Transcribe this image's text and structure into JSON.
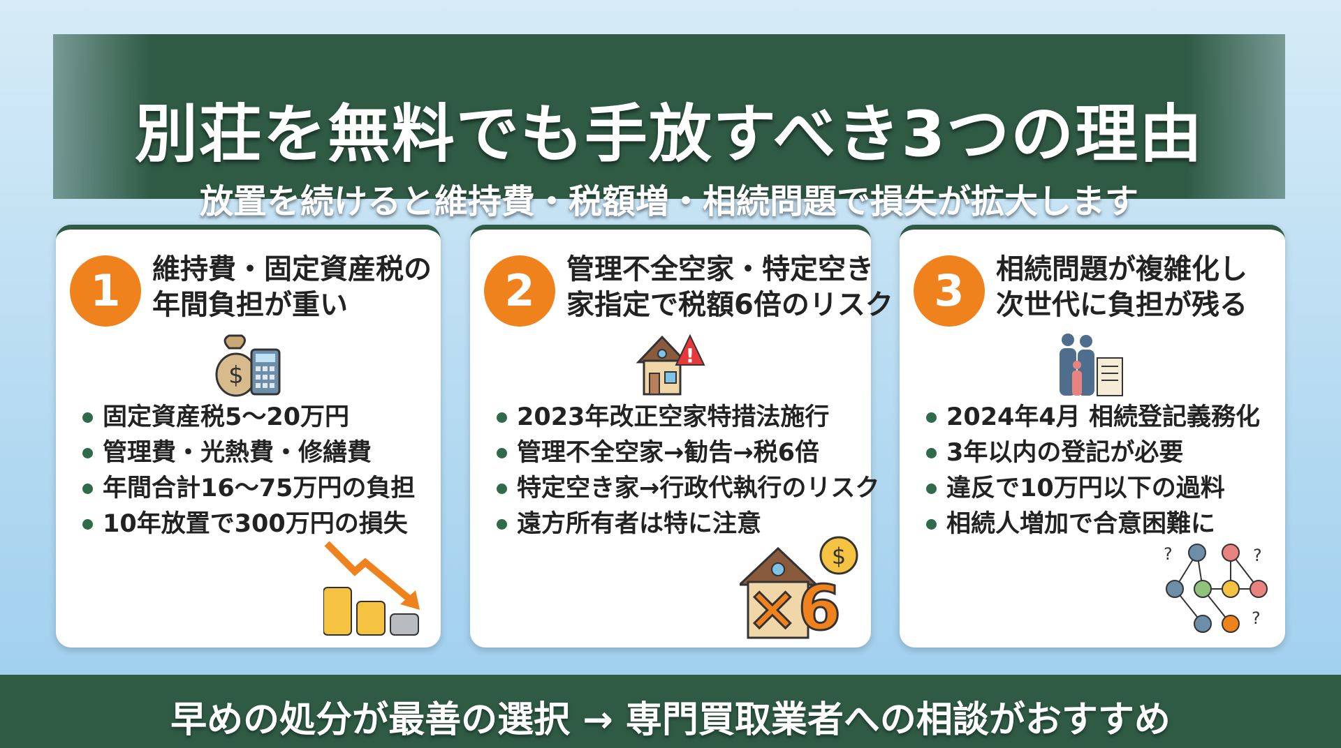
{
  "header": {
    "title": "別荘を無料でも手放すべき3つの理由",
    "subtitle": "放置を続けると維持費・税額増・相続問題で損失が拡大します"
  },
  "colors": {
    "accent": "#f0821e",
    "band": "#2f5b45",
    "bullet": "#2f6b4a"
  },
  "cards": [
    {
      "number": "1",
      "heading": [
        "維持費・固定資産税の",
        "年間負担が重い"
      ],
      "icon": "money-bag-calculator-icon",
      "deco": "falling-coins-chart-icon",
      "bullets": [
        "固定資産税5〜20万円",
        "管理費・光熱費・修繕費",
        "年間合計16〜75万円の負担",
        "10年放置で300万円の損失"
      ]
    },
    {
      "number": "2",
      "heading": [
        "管理不全空家・特定空き",
        "家指定で税額6倍のリスク"
      ],
      "icon": "house-warning-icon",
      "deco": "house-times-six-icon",
      "deco_text": "×6",
      "bullets": [
        "2023年改正空家特措法施行",
        "管理不全空家→勧告→税6倍",
        "特定空き家→行政代執行のリスク",
        "遠方所有者は特に注意"
      ]
    },
    {
      "number": "3",
      "heading": [
        "相続問題が複雑化し",
        "次世代に負担が残る"
      ],
      "icon": "family-document-icon",
      "deco": "inheritance-network-icon",
      "bullets": [
        "2024年4月 相続登記義務化",
        "3年以内の登記が必要",
        "違反で10万円以下の過料",
        "相続人増加で合意困難に"
      ]
    }
  ],
  "footer": {
    "text": "早めの処分が最善の選択 → 専門買取業者への相談がおすすめ"
  }
}
